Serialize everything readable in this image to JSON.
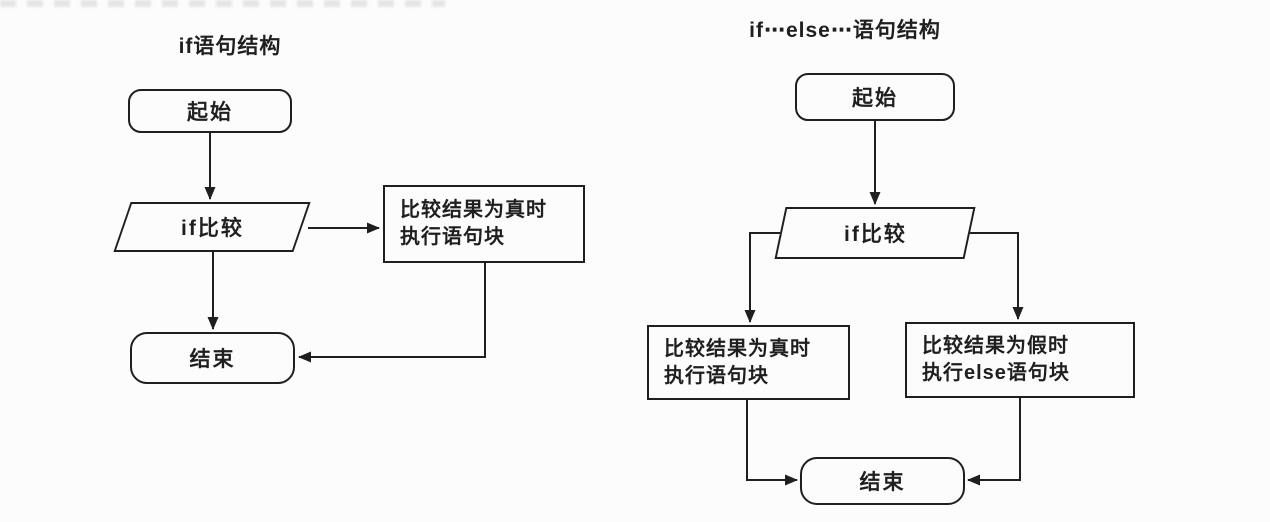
{
  "colors": {
    "ink": "#1f1f1f",
    "paper": "#fcfcfc"
  },
  "diagrams": [
    {
      "title": "if语句结构",
      "nodes": {
        "start": {
          "label": "起始"
        },
        "condition": {
          "label": "if比较"
        },
        "true_branch": {
          "lines": [
            "比较结果为真时",
            "执行语句块"
          ]
        },
        "end": {
          "label": "结束"
        }
      }
    },
    {
      "title": "if⋯else⋯语句结构",
      "nodes": {
        "start": {
          "label": "起始"
        },
        "condition": {
          "label": "if比较"
        },
        "true_branch": {
          "lines": [
            "比较结果为真时",
            "执行语句块"
          ]
        },
        "false_branch": {
          "lines": [
            "比较结果为假时",
            "执行else语句块"
          ]
        },
        "end": {
          "label": "结束"
        }
      }
    }
  ]
}
